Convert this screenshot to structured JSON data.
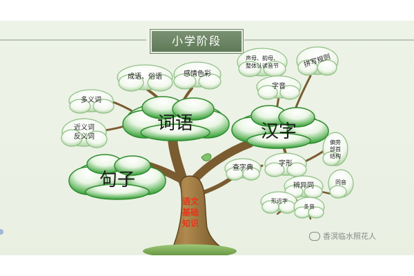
{
  "title": "小学阶段",
  "trunk_text": [
    "语文",
    "基础",
    "知识"
  ],
  "big_nodes": {
    "ciyu": "词语",
    "hanzi": "汉字",
    "juzi": "句子"
  },
  "small_nodes": {
    "chengyu_suyu": "成语、俗语",
    "ganqing_secai": "感情色彩",
    "duoyici": "多义词",
    "jinyici": "近义词",
    "fanyici": "反义词",
    "shengmu_line1": "声母、韵母、",
    "shengmu_line2": "整体认读音节",
    "pinxie_guize": "拼写规则",
    "ziyin": "字音",
    "zixing": "字形",
    "chazidian": "查字典",
    "bianyitong": "辨异同",
    "xingjinzi": "形近字",
    "duoyin": "多音",
    "tongyin": "同音",
    "piansha_line1": "偏旁",
    "piansha_line2": "部首",
    "piansha_line3": "结构"
  },
  "watermark": "香溟临水照花人",
  "colors": {
    "cloud_green": "#3aa63a",
    "title_green": "#6b8163",
    "trunk_brown": "#8a6a3a",
    "trunk_text_red": "#e8331c"
  }
}
